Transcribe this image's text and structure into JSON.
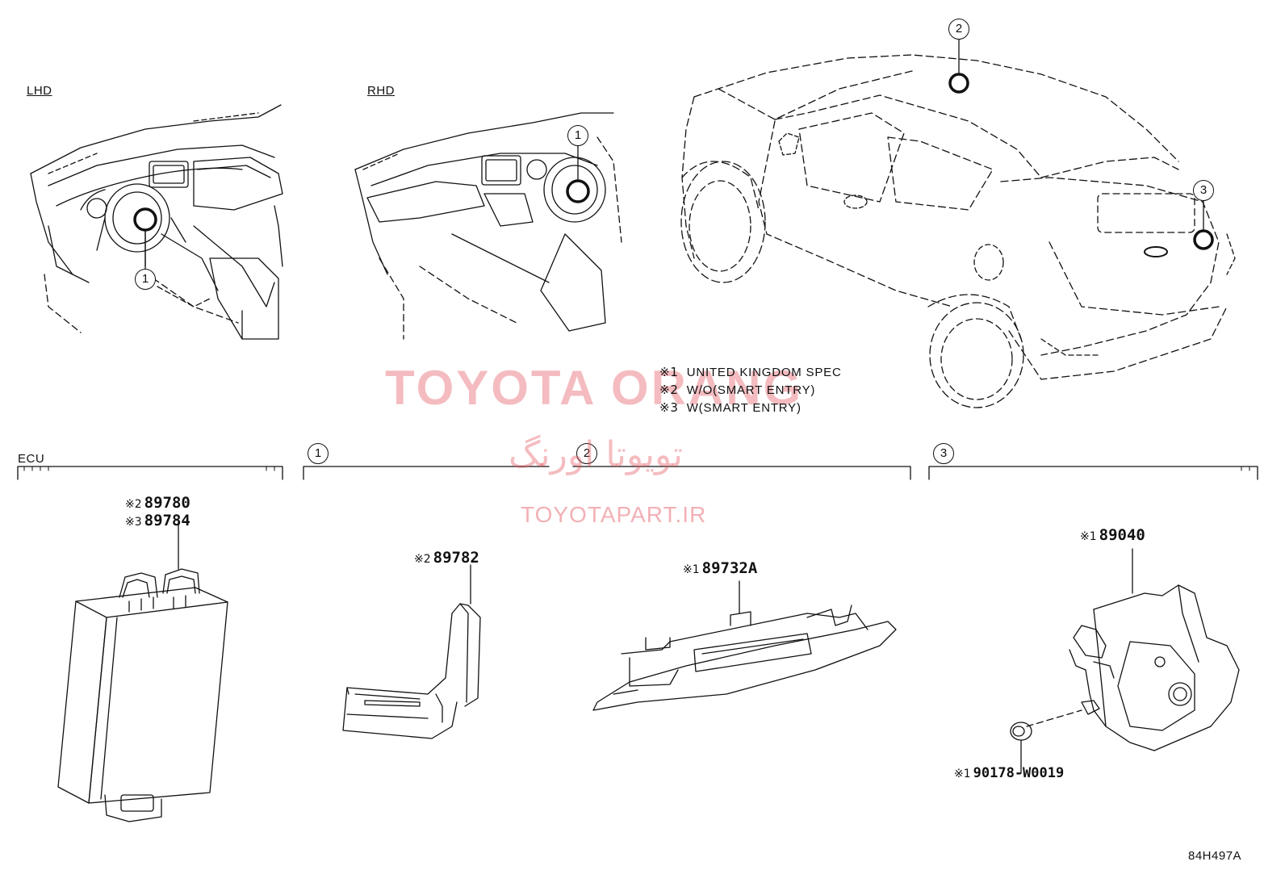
{
  "labels": {
    "lhd": "LHD",
    "rhd": "RHD",
    "ecu": "ECU"
  },
  "callouts": {
    "one": "1",
    "two": "2",
    "three": "3"
  },
  "notes": [
    {
      "mark": "※1",
      "text": "UNITED KINGDOM SPEC"
    },
    {
      "mark": "※2",
      "text": "W/O(SMART ENTRY)"
    },
    {
      "mark": "※3",
      "text": "W(SMART ENTRY)"
    }
  ],
  "parts": {
    "ecu_a": {
      "mark": "※2",
      "number": "89780"
    },
    "ecu_b": {
      "mark": "※3",
      "number": "89784"
    },
    "p1": {
      "mark": "※2",
      "number": "89782"
    },
    "p2": {
      "mark": "※1",
      "number": "89732A"
    },
    "p3": {
      "mark": "※1",
      "number": "89040"
    },
    "p3_clip": {
      "mark": "※1",
      "number": "90178-W0019"
    }
  },
  "watermark": {
    "brand": "TOYOTA ORANG",
    "persian": "تویوتا اورنگ",
    "site": "TOYOTAPART.IR"
  },
  "diagram_code": "84H497A",
  "colors": {
    "line": "#111111",
    "watermark": "#e2505a"
  }
}
